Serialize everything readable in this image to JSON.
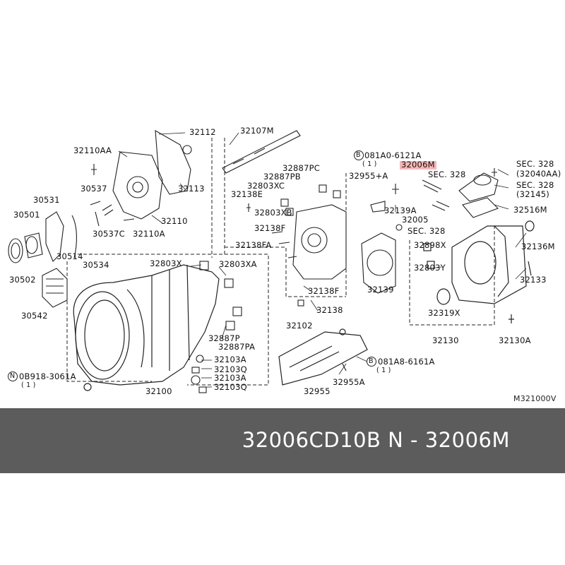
{
  "highlight_color": "#f7b6b6",
  "banner_color": "#5c5c5c",
  "banner_text": "32006CD10B     N - 32006M",
  "reference_code": "M321000V",
  "labels": {
    "l32112": "32112",
    "l32107M": "32107M",
    "l32110AA": "32110AA",
    "l081A0": "081A0-6121A",
    "l081A0q": "( 1 )",
    "l32006M": "32006M",
    "l32887PC": "32887PC",
    "l32887PB": "32887PB",
    "l32803XC": "32803XC",
    "l32138E": "32138E",
    "l32803XB": "32803XB",
    "l32138F1": "32138F",
    "l32138FA": "32138FA",
    "l32138F2": "32138F",
    "l32138": "32138",
    "l32102": "32102",
    "l32955A1": "32955+A",
    "lSEC328a": "SEC. 328",
    "lSEC328b": "SEC. 328",
    "lSEC328c": "SEC. 328",
    "lSEC328d": "SEC. 328",
    "l32040AA": "(32040AA)",
    "l32145": "(32145)",
    "l32516M": "32516M",
    "l32139A": "32139A",
    "l32005": "32005",
    "l32139": "32139",
    "l32898X": "32898X",
    "l32803Y": "32803Y",
    "l32136M": "32136M",
    "l32133": "32133",
    "l32319X": "32319X",
    "l32130": "32130",
    "l32130A": "32130A",
    "l30537": "30537",
    "l30531": "30531",
    "l30501": "30501",
    "l32113": "32113",
    "l32110": "32110",
    "l30537C": "30537C",
    "l32110A": "32110A",
    "l30514": "30514",
    "l30534": "30534",
    "l30502": "30502",
    "l30542": "30542",
    "l32803X": "32803X",
    "l32803XA": "32803XA",
    "l32887P": "32887P",
    "l32887PA": "32887PA",
    "l32103A1": "32103A",
    "l32103Q1": "32103Q",
    "l32103A2": "32103A",
    "l32103Q2": "32103Q",
    "l0B918": "0B918-3061A",
    "l0B918q": "( 1 )",
    "l32100": "32100",
    "l081A8": "081A8-6161A",
    "l081A8q": "( 1 )",
    "l32955A2": "32955A",
    "l32955": "32955",
    "circleN": "N",
    "circleB1": "B",
    "circleB2": "B"
  }
}
